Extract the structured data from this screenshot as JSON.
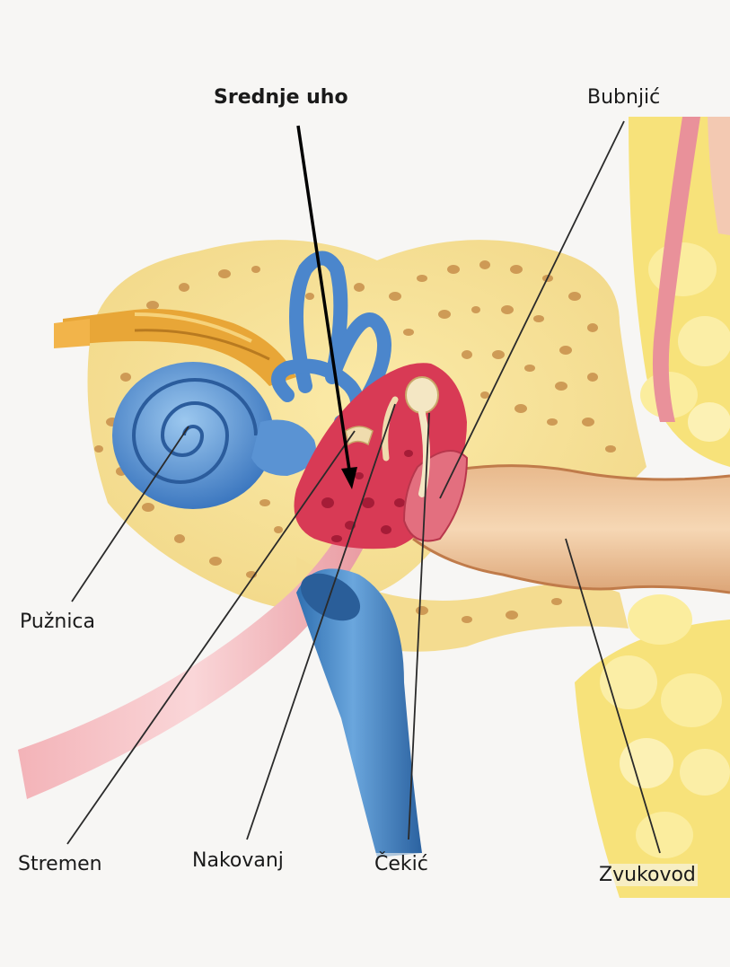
{
  "diagram": {
    "labels": {
      "middle_ear": "Srednje uho",
      "eardrum": "Bubnjić",
      "cochlea": "Pužnica",
      "stirrup": "Stremen",
      "anvil": "Nakovanj",
      "hammer": "Čekić",
      "ear_canal": "Zvukovod"
    }
  }
}
